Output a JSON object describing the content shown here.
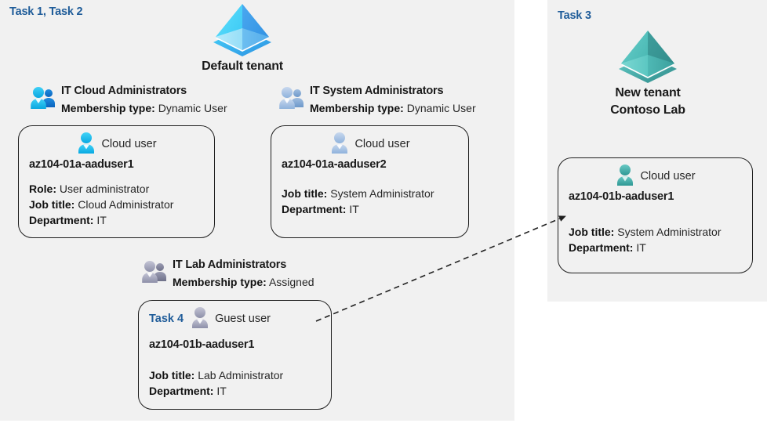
{
  "diagram": {
    "title_left_task": "Task 1, Task 2",
    "title_right_task": "Task 3",
    "arrow": {
      "name": "guest-invite-arrow",
      "style": "dashed",
      "from": "az104-01b-aaduser1 guest user card",
      "to": "az104-01b-aaduser1 cloud user card"
    }
  },
  "tenants": {
    "default": {
      "icon": "azure-ad-tenant-icon",
      "name": "Default tenant",
      "color": "#32b4f0"
    },
    "new": {
      "icon": "azure-ad-tenant-icon",
      "name_line1": "New  tenant",
      "name_line2": "Contoso Lab",
      "color": "#3fada8"
    }
  },
  "groups": [
    {
      "id": "it-cloud-administrators",
      "icon": "group-users-icon",
      "name": "IT Cloud Administrators",
      "membership_label": "Membership type:",
      "membership_value": "Dynamic User"
    },
    {
      "id": "it-system-administrators",
      "icon": "group-users-icon",
      "name": "IT System Administrators",
      "membership_label": "Membership type:",
      "membership_value": "Dynamic User"
    },
    {
      "id": "it-lab-administrators",
      "icon": "group-users-icon",
      "name": "IT Lab Administrators",
      "membership_label": "Membership type:",
      "membership_value": "Assigned"
    }
  ],
  "cards": {
    "aaduser1": {
      "user_type": "Cloud user",
      "icon": "cloud-user-icon",
      "username": "az104-01a-aaduser1",
      "role_label": "Role:",
      "role_value": "User administrator",
      "job_title_label": "Job title:",
      "job_title_value": "Cloud Administrator",
      "department_label": "Department:",
      "department_value": "IT"
    },
    "aaduser2": {
      "user_type": "Cloud user",
      "icon": "cloud-user-icon",
      "username": "az104-01a-aaduser2",
      "job_title_label": "Job title:",
      "job_title_value": "System Administrator",
      "department_label": "Department:",
      "department_value": "IT"
    },
    "guest_aaduser1": {
      "task_label": "Task 4",
      "user_type": "Guest user",
      "icon": "guest-user-icon",
      "username": "az104-01b-aaduser1",
      "job_title_label": "Job title:",
      "job_title_value": "Lab Administrator",
      "department_label": "Department:",
      "department_value": "IT"
    },
    "b_aaduser1": {
      "user_type": "Cloud user",
      "icon": "cloud-user-icon",
      "username": "az104-01b-aaduser1",
      "job_title_label": "Job title:",
      "job_title_value": "System Administrator",
      "department_label": "Department:",
      "department_value": "IT"
    }
  },
  "colors": {
    "panel_background": "#f1f1f1",
    "page_background": "#ffffff",
    "task_accent": "#1f5c99",
    "card_border": "#1f1f1f",
    "text_primary": "#1a1a1a"
  }
}
